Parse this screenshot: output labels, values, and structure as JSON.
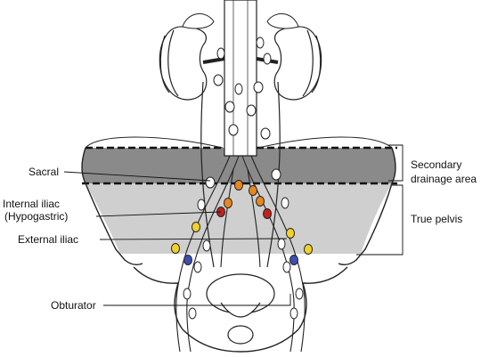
{
  "labels": {
    "sacral": "Sacral",
    "internal_iliac_1": "Internal iliac",
    "internal_iliac_2": "(Hypogastric)",
    "external_iliac": "External iliac",
    "obturator": "Obturator",
    "secondary_1": "Secondary",
    "secondary_2": "drainage area",
    "true_pelvis": "True pelvis"
  },
  "colors": {
    "secondary_zone": "#8a8a8a",
    "true_pelvis_zone": "#cfcfcf",
    "node_outline": "#222222",
    "node_orange": "#e8871e",
    "node_red": "#c0221e",
    "node_yellow": "#f2d22a",
    "node_blue": "#3d4fb0"
  },
  "icons": [
    "kidney-left",
    "kidney-right",
    "aorta",
    "pelvis-bone",
    "bladder",
    "lymph-node"
  ]
}
